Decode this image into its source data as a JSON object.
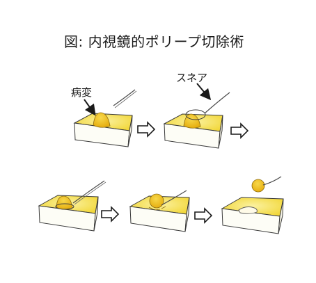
{
  "title": "図: 内視鏡的ポリープ切除術",
  "labels": {
    "lesion": "病変",
    "snare": "スネア"
  },
  "colors": {
    "tissue_top": "#f6e35a",
    "tissue_top_light": "#fbf1a0",
    "tissue_side": "#fdfdf6",
    "polyp": "#f2c21a",
    "outline": "#3a3a3a"
  },
  "steps": [
    {
      "name": "polyp-lesion"
    },
    {
      "name": "snare-approach"
    },
    {
      "name": "snare-around-polyp"
    },
    {
      "name": "snare-tightened"
    },
    {
      "name": "polyp-removed"
    }
  ]
}
